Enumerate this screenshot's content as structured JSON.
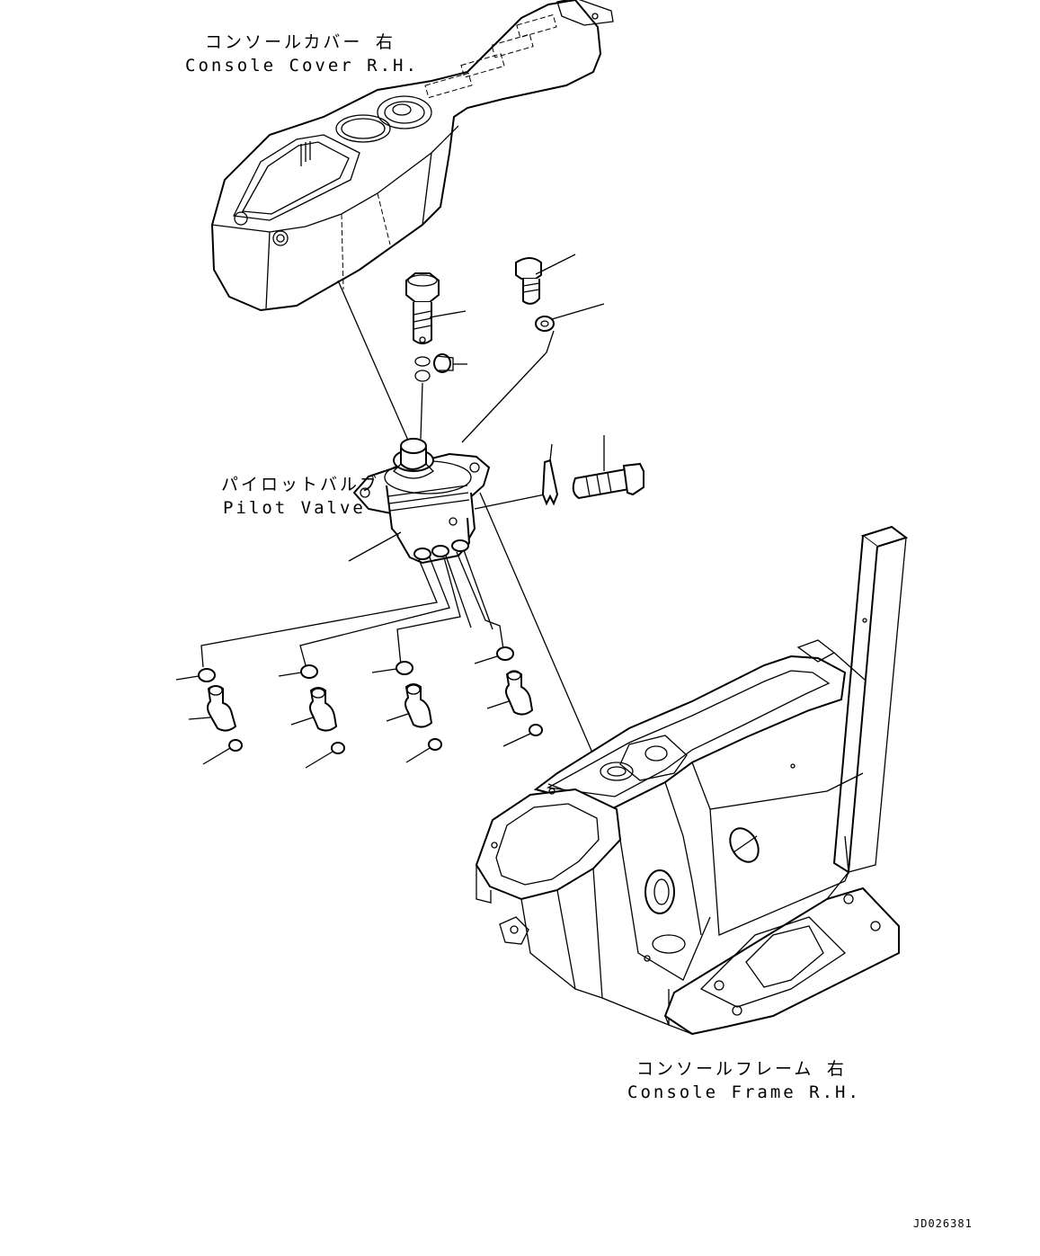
{
  "labels": {
    "console_cover_jp": "コンソールカバー 右",
    "console_cover_en": "Console Cover R.H.",
    "pilot_valve_jp": "パイロットバルブ",
    "pilot_valve_en": "Pilot Valve",
    "console_frame_jp": "コンソールフレーム 右",
    "console_frame_en": "Console Frame R.H."
  },
  "drawing_code": "JD026381"
}
